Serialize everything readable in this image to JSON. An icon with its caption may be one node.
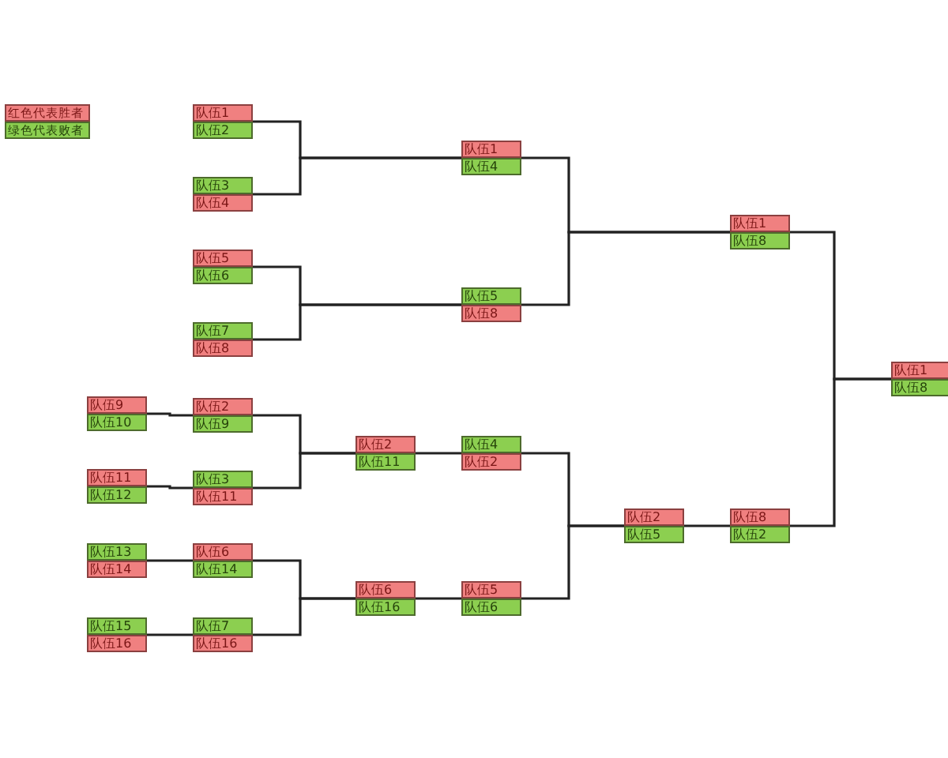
{
  "diagram": {
    "nodes": [
      {
        "text": [
          "队伍9",
          "队伍10"
        ]
      },
      {
        "text": [
          "队伍11",
          "队伍12"
        ]
      },
      {
        "text": [
          "队伍13",
          "队伍14"
        ]
      },
      {
        "text": [
          "队伍15",
          "队伍16"
        ]
      },
      {
        "text": [
          "队伍1",
          "队伍2"
        ]
      },
      {
        "text": [
          "队伍3",
          "队伍4"
        ]
      },
      {
        "text": [
          "队伍5",
          "队伍6"
        ]
      },
      {
        "text": [
          "队伍7",
          "队伍8"
        ]
      },
      {
        "text": [
          "队伍2",
          "队伍9"
        ]
      },
      {
        "text": [
          "队伍3",
          "队伍11"
        ]
      },
      {
        "text": [
          "队伍6",
          "队伍14"
        ]
      },
      {
        "text": [
          "队伍7",
          "队伍16"
        ]
      },
      {
        "text": [
          "队伍2",
          "队伍11"
        ]
      },
      {
        "text": [
          "队伍6",
          "队伍16"
        ]
      },
      {
        "text": [
          "队伍1",
          "队伍4"
        ]
      },
      {
        "text": [
          "队伍5",
          "队伍8"
        ]
      },
      {
        "text": [
          "队伍4",
          "队伍2"
        ]
      },
      {
        "text": [
          "队伍5",
          "队伍6"
        ]
      },
      {
        "text": [
          "队伍2",
          "队伍5"
        ]
      },
      {
        "text": [
          "队伍1",
          "队伍8"
        ]
      },
      {
        "text": [
          "队伍8",
          "队伍2"
        ]
      },
      {
        "text": [
          "队伍1",
          "队伍8"
        ]
      }
    ],
    "edges": [
      {
        "from": 4,
        "to": 14,
        "arrow": "none"
      },
      {
        "from": 5,
        "to": 14,
        "arrow": "none"
      },
      {
        "from": 6,
        "to": 15,
        "arrow": "none"
      },
      {
        "from": 7,
        "to": 15,
        "arrow": "none"
      },
      {
        "from": 0,
        "to": 8,
        "arrow": "none"
      },
      {
        "from": 1,
        "to": 9,
        "arrow": "none"
      },
      {
        "from": 2,
        "to": 10,
        "arrow": "none"
      },
      {
        "from": 3,
        "to": 11,
        "arrow": "none"
      },
      {
        "from": 8,
        "to": 12,
        "arrow": "none"
      },
      {
        "from": 9,
        "to": 12,
        "arrow": "none"
      },
      {
        "from": 10,
        "to": 13,
        "arrow": "none"
      },
      {
        "from": 11,
        "to": 13,
        "arrow": "none"
      },
      {
        "from": 14,
        "to": 19,
        "arrow": "none"
      },
      {
        "from": 15,
        "to": 19,
        "arrow": "none"
      },
      {
        "from": 12,
        "to": 16,
        "arrow": "none"
      },
      {
        "from": 13,
        "to": 17,
        "arrow": "none"
      },
      {
        "from": 16,
        "to": 18,
        "arrow": "none"
      },
      {
        "from": 17,
        "to": 18,
        "arrow": "none"
      },
      {
        "from": 18,
        "to": 20,
        "arrow": "none"
      },
      {
        "from": 19,
        "to": 21,
        "arrow": "none"
      },
      {
        "from": 20,
        "to": 21,
        "arrow": "none"
      }
    ],
    "legend": [
      {
        "text": "红色代表胜者",
        "color": "#f08080"
      },
      {
        "text": "绿色代表败者",
        "color": "#8ccf50"
      }
    ]
  }
}
